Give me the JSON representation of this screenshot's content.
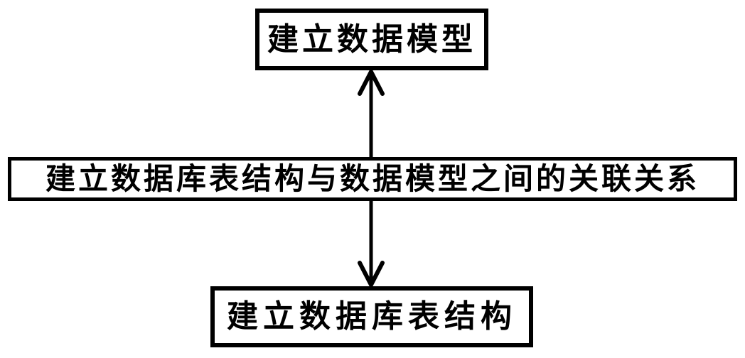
{
  "diagram": {
    "title": "database model association flow",
    "background_color": "#ffffff",
    "line_color": "#000000",
    "nodes": [
      {
        "id": "build-data-model",
        "label": "建立数据模型"
      },
      {
        "id": "build-association",
        "label": "建立数据库表结构与数据模型之间的关联关系"
      },
      {
        "id": "build-table-structure",
        "label": "建立数据库表结构"
      }
    ],
    "edges": [
      {
        "from": "build-association",
        "to": "build-data-model",
        "arrow": "up"
      },
      {
        "from": "build-association",
        "to": "build-table-structure",
        "arrow": "down"
      }
    ]
  }
}
